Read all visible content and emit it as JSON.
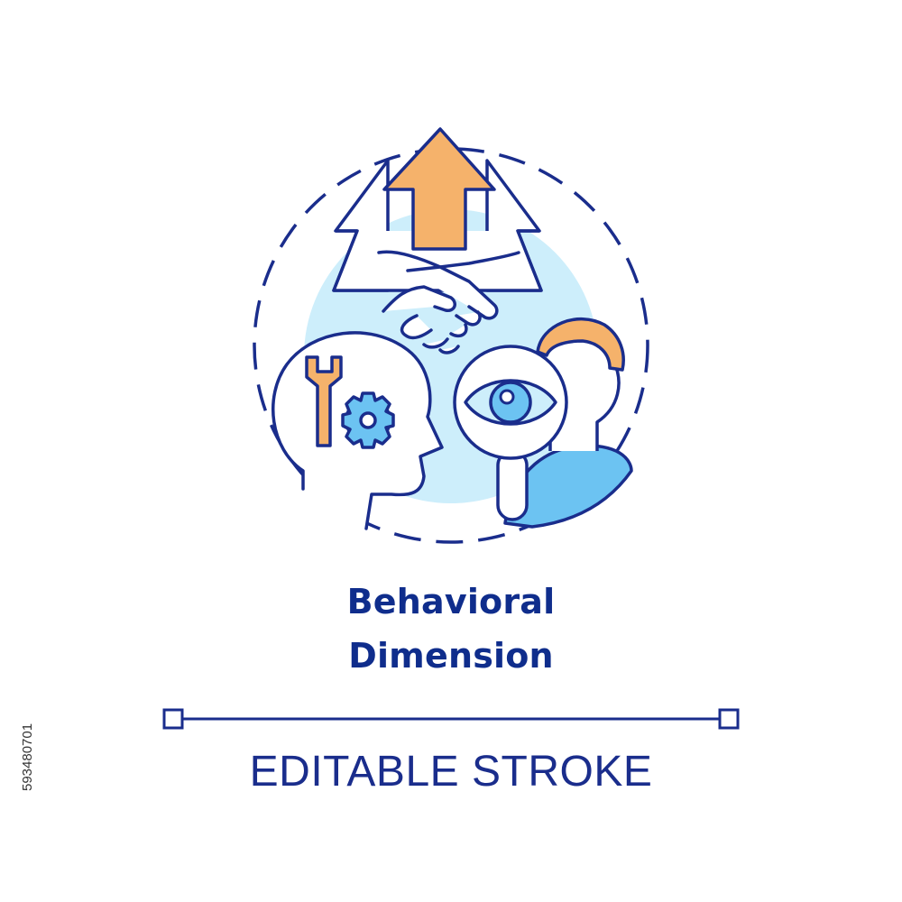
{
  "title": {
    "line1": "Behavioral",
    "line2": "Dimension"
  },
  "subtitle": "EDITABLE STROKE",
  "side_id": "593480701",
  "icon": {
    "name": "behavioral-dimension-concept-icon",
    "parts": [
      "upward-arrow-icon",
      "handshake-icon",
      "head-with-wrench-and-gear-icon",
      "person-with-magnifying-eye-icon"
    ]
  },
  "colors": {
    "outline": "#1a2d8c",
    "title": "#0f2d8c",
    "accent_orange": "#f5b26b",
    "light_blue": "#cdeefb",
    "mid_blue": "#6cc3f2"
  }
}
